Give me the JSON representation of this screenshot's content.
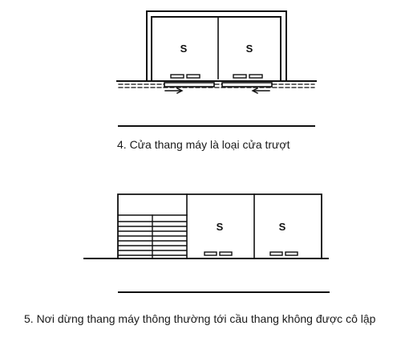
{
  "figure_1": {
    "caption": "4. Cửa thang máy là loại cửa trượt",
    "shaft_labels": [
      "S",
      "S"
    ]
  },
  "figure_2": {
    "caption": "5. Nơi dừng thang máy thông thường tới cầu thang không được cô lập",
    "shaft_labels": [
      "S",
      "S"
    ]
  },
  "colors": {
    "ink": "#111111",
    "background": "#ffffff"
  }
}
